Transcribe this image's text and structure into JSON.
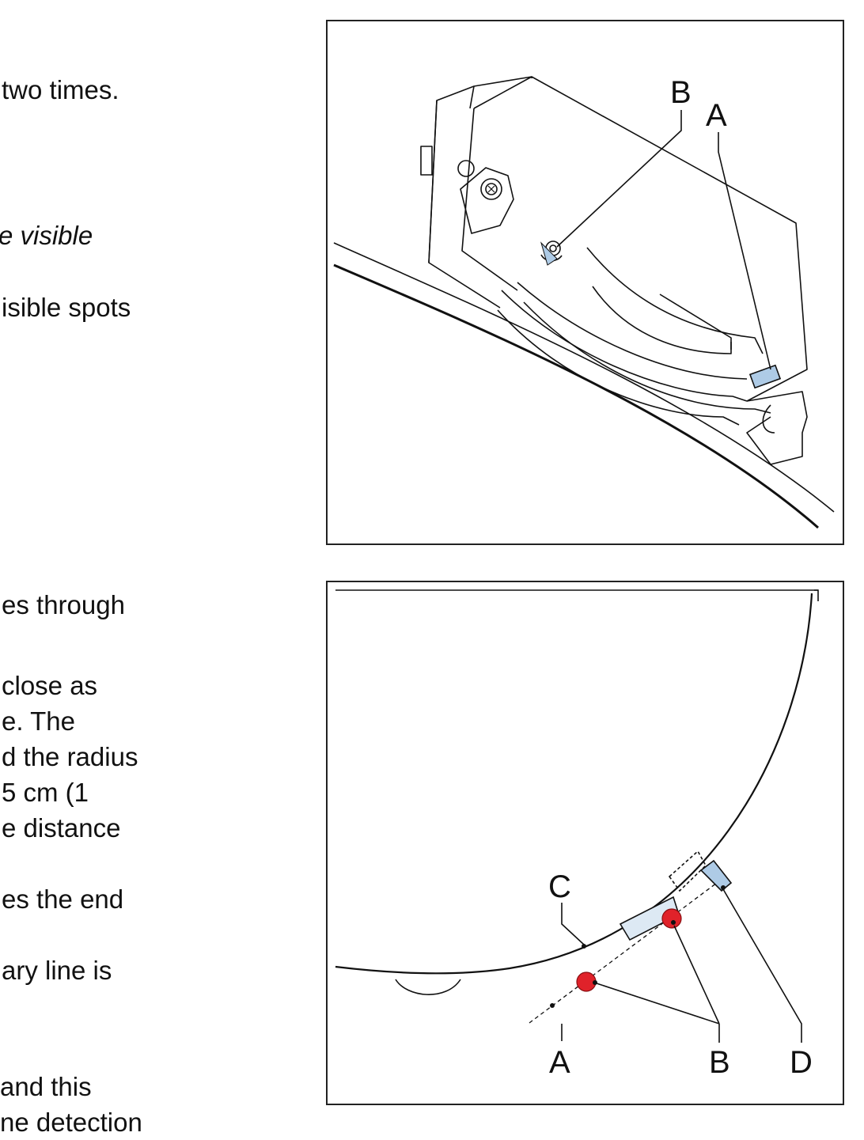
{
  "text_fragments": [
    "two times.",
    "e visible",
    "isible spots",
    "es through",
    "close as",
    "e. The",
    "d the radius",
    "5 cm (1",
    "e distance",
    "es the end",
    "ary line is",
    " and this",
    "ne detection"
  ],
  "figure_top": {
    "labels": {
      "a": "A",
      "b": "B"
    }
  },
  "figure_bottom": {
    "labels": {
      "a": "A",
      "b": "B",
      "c": "C",
      "d": "D"
    }
  },
  "colors": {
    "highlight_blue": "#aecbe6",
    "marker_red": "#e0222a",
    "line": "#111111"
  }
}
